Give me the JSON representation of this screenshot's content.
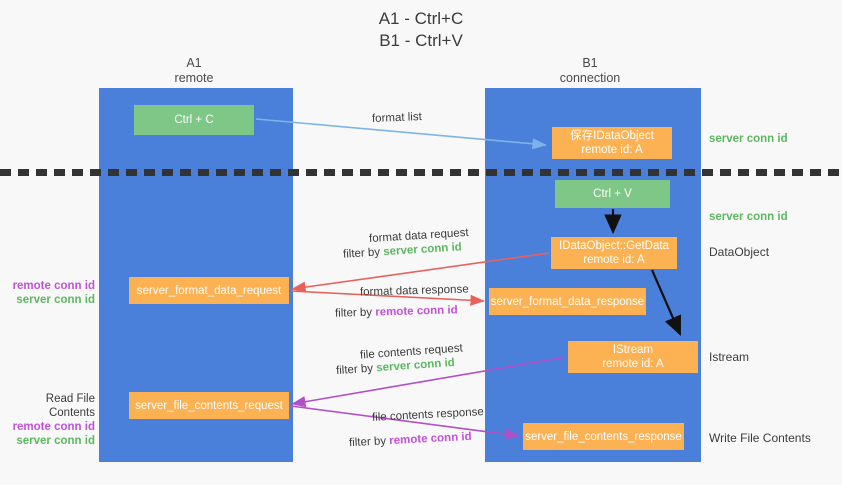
{
  "title": {
    "line1": "A1 - Ctrl+C",
    "line2": "B1 - Ctrl+V"
  },
  "colors": {
    "lane": "#4a80da",
    "green_node": "#7ec786",
    "orange_node": "#fcb152",
    "server_conn_green": "#5cb860",
    "remote_conn_purple": "#c052d6",
    "arrow_light_blue": "#7fb3e8",
    "arrow_red": "#e8625c",
    "arrow_purple": "#b14fc8",
    "arrow_black": "#111111",
    "background": "#f8f8f8"
  },
  "lanes": [
    {
      "id": "a1",
      "title": "A1",
      "subtitle": "remote"
    },
    {
      "id": "b1",
      "title": "B1",
      "subtitle": "connection"
    }
  ],
  "nodes": {
    "ctrl_c": {
      "label": "Ctrl + C",
      "color": "green"
    },
    "save_idataobject": {
      "line1": "保存IDataObject",
      "line2": "remote id: A",
      "color": "orange"
    },
    "ctrl_v": {
      "label": "Ctrl + V",
      "color": "green"
    },
    "getdata": {
      "line1": "IDataObject::GetData",
      "line2": "remote id: A",
      "color": "orange"
    },
    "format_data_request": {
      "label": "server_format_data_request",
      "color": "orange"
    },
    "format_data_response": {
      "label": "server_format_data_response",
      "color": "orange"
    },
    "istream": {
      "line1": "IStream",
      "line2": "remote id: A",
      "color": "orange"
    },
    "file_contents_request": {
      "label": "server_file_contents_request",
      "color": "orange"
    },
    "file_contents_response": {
      "label": "server_file_contents_response",
      "color": "orange"
    }
  },
  "edge_labels": {
    "format_list": "format list",
    "format_data_request": "format data request",
    "format_data_request_filter_prefix": "filter by ",
    "format_data_request_filter_key": "server conn id",
    "format_data_response": "format data response",
    "format_data_response_filter_prefix": "filter by ",
    "format_data_response_filter_key": "remote conn id",
    "file_contents_request": "file contents request",
    "file_contents_request_filter_prefix": "filter by ",
    "file_contents_request_filter_key": "server conn id",
    "file_contents_response": "file contents response",
    "file_contents_response_filter_prefix": "filter by ",
    "file_contents_response_filter_key": "remote conn id"
  },
  "right_annotations": {
    "server_conn_id_top": "server conn id",
    "server_conn_id_mid": "server conn id",
    "dataobject": "DataObject",
    "istream": "Istream",
    "write_file_contents": "Write File Contents"
  },
  "left_annotations": {
    "remote_conn_id_1": "remote conn id",
    "server_conn_id_1": "server conn id",
    "read_file_contents": "Read File Contents",
    "remote_conn_id_2": "remote conn id",
    "server_conn_id_2": "server conn id"
  }
}
